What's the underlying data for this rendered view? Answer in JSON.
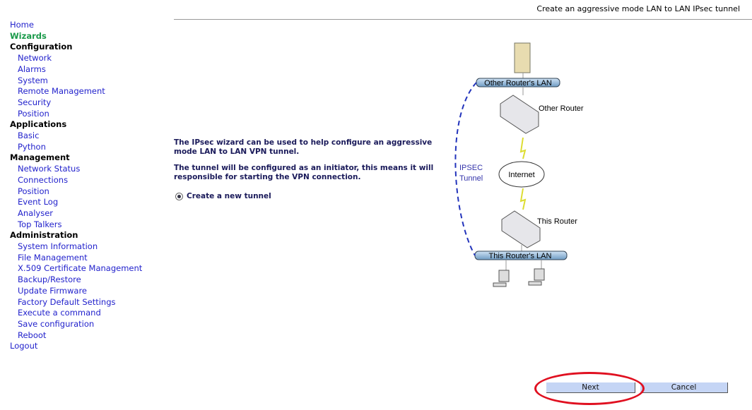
{
  "header": {
    "title": "Create an aggressive mode LAN to LAN IPsec tunnel"
  },
  "sidebar": {
    "home": "Home",
    "wizards": "Wizards",
    "configuration": "Configuration",
    "config_items": [
      "Network",
      "Alarms",
      "System",
      "Remote Management",
      "Security",
      "Position"
    ],
    "applications": "Applications",
    "app_items": [
      "Basic",
      "Python"
    ],
    "management": "Management",
    "mgmt_items": [
      "Network Status",
      "Connections",
      "Position",
      "Event Log",
      "Analyser",
      "Top Talkers"
    ],
    "administration": "Administration",
    "admin_items": [
      "System Information",
      "File Management",
      "X.509 Certificate Management",
      "Backup/Restore",
      "Update Firmware",
      "Factory Default Settings",
      "Execute a command",
      "Save configuration",
      "Reboot"
    ],
    "logout": "Logout"
  },
  "main": {
    "intro1": "The IPsec wizard can be used to help configure an aggressive mode LAN to LAN VPN tunnel.",
    "intro2": "The tunnel will be configured as an initiator, this means it will responsible for starting the VPN connection.",
    "radio_label": "Create a new tunnel",
    "radio_selected": true
  },
  "diagram": {
    "other_lan": "Other Router's LAN",
    "other_router": "Other Router",
    "internet": "Internet",
    "this_router": "This Router",
    "this_lan": "This Router's LAN",
    "tunnel1": "IPSEC",
    "tunnel2": "Tunnel"
  },
  "buttons": {
    "next": "Next",
    "cancel": "Cancel"
  },
  "colors": {
    "link": "#2222cc",
    "active": "#1a9a4a",
    "button": "#c5d5f5",
    "highlight": "#e01020"
  }
}
